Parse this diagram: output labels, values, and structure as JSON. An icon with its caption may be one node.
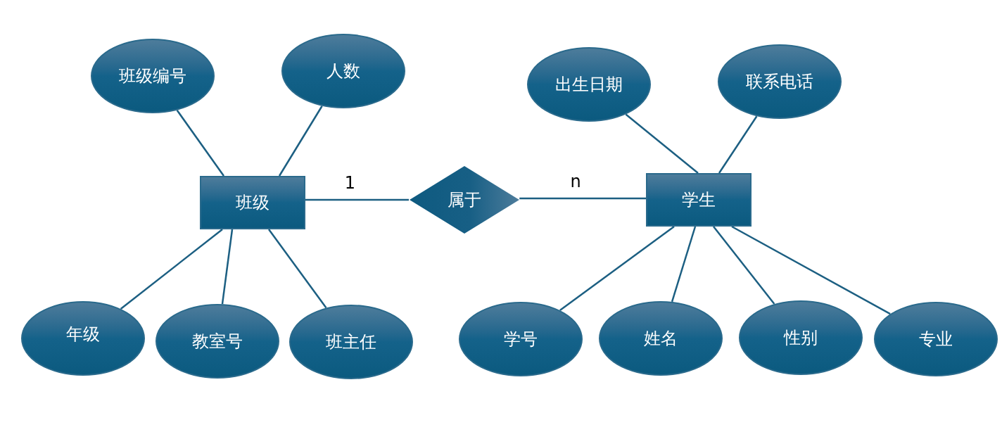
{
  "diagram": {
    "nodes": [
      {
        "text": [
          "班级"
        ]
      },
      {
        "text": [
          "班级编号"
        ]
      },
      {
        "text": [
          "人数"
        ]
      },
      {
        "text": [
          "年级"
        ]
      },
      {
        "text": [
          "教室号"
        ]
      },
      {
        "text": [
          "班主任"
        ]
      },
      {
        "text": [
          "属于"
        ]
      },
      {
        "text": [
          "学生"
        ]
      },
      {
        "text": [
          "出生日期"
        ]
      },
      {
        "text": [
          "联系电话"
        ]
      },
      {
        "text": [
          "学号"
        ]
      },
      {
        "text": [
          "姓名"
        ]
      },
      {
        "text": [
          "性别"
        ]
      },
      {
        "text": [
          "专业"
        ]
      }
    ],
    "edges": [
      {
        "from": 1,
        "to": 0,
        "arrow": "none"
      },
      {
        "from": 2,
        "to": 0,
        "arrow": "none"
      },
      {
        "from": 3,
        "to": 0,
        "arrow": "none"
      },
      {
        "from": 4,
        "to": 0,
        "arrow": "none"
      },
      {
        "from": 5,
        "to": 0,
        "arrow": "none"
      },
      {
        "from": 0,
        "to": 6,
        "label": "1",
        "arrow": "none"
      },
      {
        "from": 6,
        "to": 7,
        "label": "n",
        "arrow": "none"
      },
      {
        "from": 8,
        "to": 7,
        "arrow": "none"
      },
      {
        "from": 9,
        "to": 7,
        "arrow": "none"
      },
      {
        "from": 10,
        "to": 7,
        "arrow": "none"
      },
      {
        "from": 11,
        "to": 7,
        "arrow": "none"
      },
      {
        "from": 12,
        "to": 7,
        "arrow": "none"
      },
      {
        "from": 13,
        "to": 7,
        "arrow": "none"
      }
    ]
  }
}
